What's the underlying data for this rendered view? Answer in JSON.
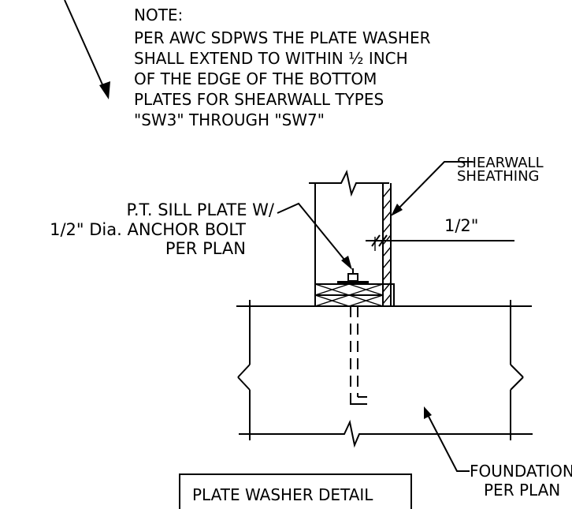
{
  "note": {
    "lines": [
      "NOTE:",
      "PER AWC SDPWS THE PLATE WASHER",
      "SHALL EXTEND TO WITHIN ½ INCH",
      "OF THE EDGE OF THE BOTTOM",
      "PLATES FOR SHEARWALL TYPES",
      "\"SW3\" THROUGH \"SW7\""
    ]
  },
  "callouts": {
    "sheathing": [
      "SHEARWALL",
      "SHEATHING"
    ],
    "sill_plate": [
      "P.T. SILL PLATE W/",
      "1/2\" Dia. ANCHOR BOLT",
      "PER PLAN"
    ],
    "dimension": "1/2\"",
    "foundation": [
      "FOUNDATION",
      "PER PLAN"
    ]
  },
  "title_box": "PLATE WASHER DETAIL"
}
